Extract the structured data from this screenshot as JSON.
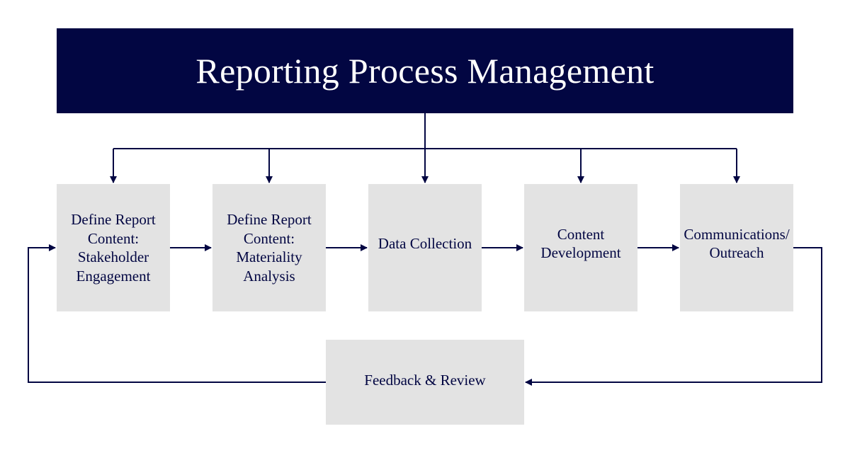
{
  "title": "Reporting Process Management",
  "steps": {
    "stakeholder": [
      "Define Report",
      "Content:",
      "Stakeholder",
      "Engagement"
    ],
    "materiality": [
      "Define Report",
      "Content:",
      "Materiality",
      "Analysis"
    ],
    "data": [
      "Data Collection"
    ],
    "content": [
      "Content",
      "Development"
    ],
    "comms": [
      "Communications/",
      "Outreach"
    ],
    "feedback": [
      "Feedback & Review"
    ]
  },
  "colors": {
    "header_bg": "#020642",
    "box_bg": "#e3e3e3",
    "text": "#020642",
    "connector": "#020642"
  }
}
